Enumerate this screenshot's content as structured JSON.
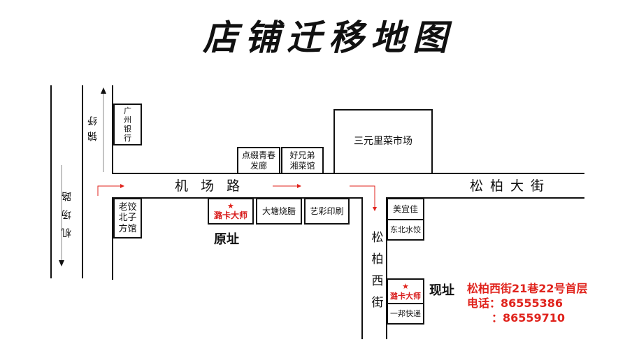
{
  "title": "店铺迁移地图",
  "roads": {
    "airport_road": "机场路",
    "songbai_ave": "松柏大街",
    "songbai_west": "松柏西街",
    "airport_left": "机场路",
    "jinrui": "锦纾"
  },
  "buildings": {
    "guangzhou_bank": "广州银行",
    "sanyuanli": "三元里菜市场",
    "dianzhui": "点缀青春发廊",
    "haoxiongdi": "好兄弟湘菜馆",
    "laojiao": "老饺北子方馆",
    "lukashi_old": "潞卡大师",
    "datang": "大塘烧腊",
    "yicai": "艺彩印刷",
    "meiyijia": "美宜佳",
    "dongbei": "东北水饺",
    "lukashi_new": "潞卡大师",
    "yibang": "一邦快递"
  },
  "labels": {
    "old_site": "原址",
    "new_site": "现址"
  },
  "address": {
    "line1": "松柏西街21巷22号首层",
    "line2": "电话：86555386",
    "line3": "：86559710"
  },
  "colors": {
    "accent_red": "#e0231c",
    "road_line": "#111111"
  }
}
